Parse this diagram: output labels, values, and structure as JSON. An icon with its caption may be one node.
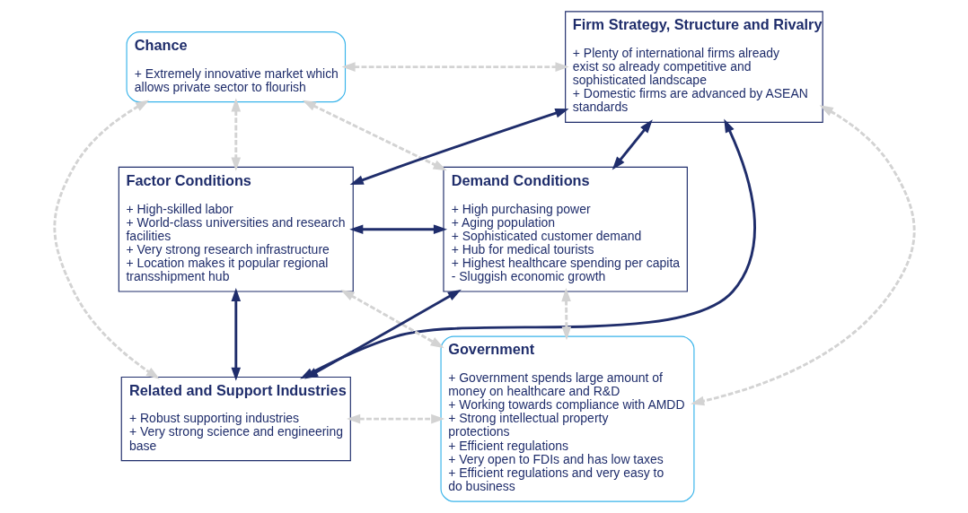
{
  "diagram": {
    "nodes": [
      {
        "text": [
          "Chance",
          "+ Extremely innovative market which allows private sector to flourish"
        ]
      },
      {
        "text": [
          "Firm Strategy, Structure and Rivalry",
          "+ Plenty of international firms already exist so already competitive and sophisticated landscape",
          "+ Domestic firms are advanced by ASEAN standards"
        ]
      },
      {
        "text": [
          "Factor Conditions",
          "+ High-skilled labor",
          "+ World-class universities and research facilities",
          "+ Very strong research infrastructure",
          "+ Location makes it popular regional transshipment hub"
        ]
      },
      {
        "text": [
          "Demand Conditions",
          "+ High purchasing power",
          "+ Aging population",
          "+ Sophisticated customer demand",
          "+ Hub for medical tourists",
          "+ Highest healthcare spending per capita",
          "- Sluggish economic growth"
        ]
      },
      {
        "text": [
          "Related and Support Industries",
          "+ Robust supporting industries",
          "+ Very strong science and engineering base"
        ]
      },
      {
        "text": [
          "Government",
          "+ Government spends large amount of money on healthcare and R&D",
          "+ Working towards compliance with AMDD",
          "+ Strong intellectual property protections",
          "+ Efficient regulations",
          "+ Very open to FDIs and has low taxes",
          "+ Efficient regulations and very easy to do business"
        ]
      }
    ],
    "edges": [
      {
        "from": 0,
        "to": 1,
        "arrow": "both",
        "style": "dashed",
        "color": "#d3d3d3"
      },
      {
        "from": 0,
        "to": 2,
        "arrow": "both",
        "style": "dashed",
        "color": "#d3d3d3"
      },
      {
        "from": 0,
        "to": 3,
        "arrow": "both",
        "style": "dashed",
        "color": "#d3d3d3"
      },
      {
        "from": 0,
        "to": 4,
        "arrow": "both",
        "style": "dashed",
        "color": "#d3d3d3"
      },
      {
        "from": 1,
        "to": 2,
        "arrow": "both",
        "color": "#1f2d6b"
      },
      {
        "from": 1,
        "to": 3,
        "arrow": "both",
        "color": "#1f2d6b"
      },
      {
        "from": 1,
        "to": 4,
        "arrow": "both",
        "color": "#1f2d6b"
      },
      {
        "from": 1,
        "to": 5,
        "arrow": "both",
        "style": "dashed",
        "color": "#d3d3d3"
      },
      {
        "from": 2,
        "to": 3,
        "arrow": "both",
        "color": "#1f2d6b"
      },
      {
        "from": 2,
        "to": 4,
        "arrow": "both",
        "color": "#1f2d6b"
      },
      {
        "from": 2,
        "to": 5,
        "arrow": "both",
        "style": "dashed",
        "color": "#d3d3d3"
      },
      {
        "from": 3,
        "to": 4,
        "arrow": "both",
        "color": "#1f2d6b"
      },
      {
        "from": 3,
        "to": 5,
        "arrow": "both",
        "style": "dashed",
        "color": "#d3d3d3"
      },
      {
        "from": 4,
        "to": 5,
        "arrow": "both",
        "style": "dashed",
        "color": "#d3d3d3"
      }
    ]
  }
}
